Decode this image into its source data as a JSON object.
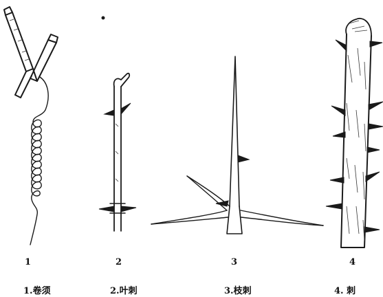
{
  "figure": {
    "panels": [
      {
        "number": "1",
        "caption": "1.卷须"
      },
      {
        "number": "2",
        "caption": "2.叶刺"
      },
      {
        "number": "3",
        "caption": "3.枝刺"
      },
      {
        "number": "4",
        "caption": "4. 刺"
      }
    ]
  }
}
